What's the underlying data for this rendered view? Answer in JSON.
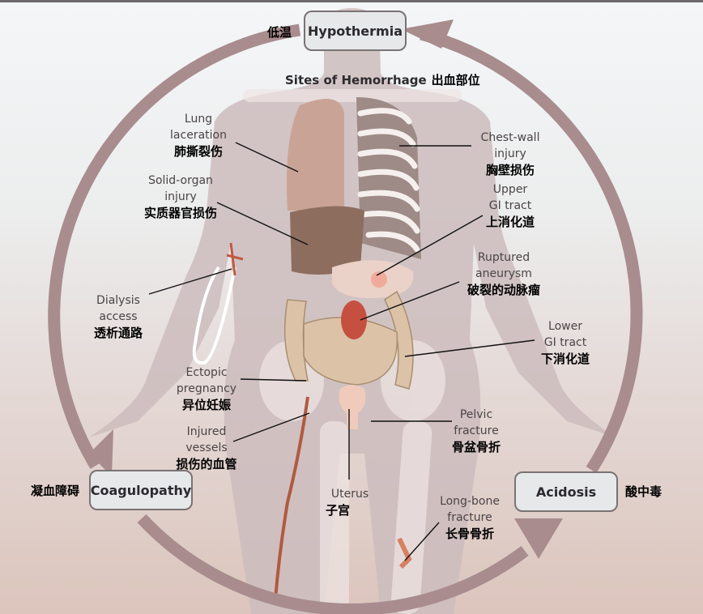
{
  "title": {
    "en": "Sites of Hemorrhage",
    "zh": "出血部位"
  },
  "cycle": {
    "hypothermia": {
      "en": "Hypothermia",
      "zh": "低温"
    },
    "coagulopathy": {
      "en": "Coagulopathy",
      "zh": "凝血障碍"
    },
    "acidosis": {
      "en": "Acidosis",
      "zh": "酸中毒"
    },
    "ring_color": "#a88c8e"
  },
  "sites": {
    "lung": {
      "en1": "Lung",
      "en2": "laceration",
      "zh": "肺撕裂伤"
    },
    "solid_organ": {
      "en1": "Solid-organ",
      "en2": "injury",
      "zh": "实质器官损伤"
    },
    "dialysis": {
      "en1": "Dialysis",
      "en2": "access",
      "zh": "透析通路"
    },
    "ectopic": {
      "en1": "Ectopic",
      "en2": "pregnancy",
      "zh": "异位妊娠"
    },
    "vessels": {
      "en1": "Injured",
      "en2": "vessels",
      "zh": "损伤的血管"
    },
    "uterus": {
      "en1": "Uterus",
      "zh": "子宫"
    },
    "chest_wall": {
      "en1": "Chest-wall",
      "en2": "injury",
      "zh": "胸壁损伤"
    },
    "upper_gi": {
      "en1": "Upper",
      "en2": "GI tract",
      "zh": "上消化道"
    },
    "aneurysm": {
      "en1": "Ruptured",
      "en2": "aneurysm",
      "zh": "破裂的动脉瘤"
    },
    "lower_gi": {
      "en1": "Lower",
      "en2": "GI tract",
      "zh": "下消化道"
    },
    "pelvic": {
      "en1": "Pelvic",
      "en2": "fracture",
      "zh": "骨盆骨折"
    },
    "long_bone": {
      "en1": "Long-bone",
      "en2": "fracture",
      "zh": "长骨骨折"
    }
  }
}
